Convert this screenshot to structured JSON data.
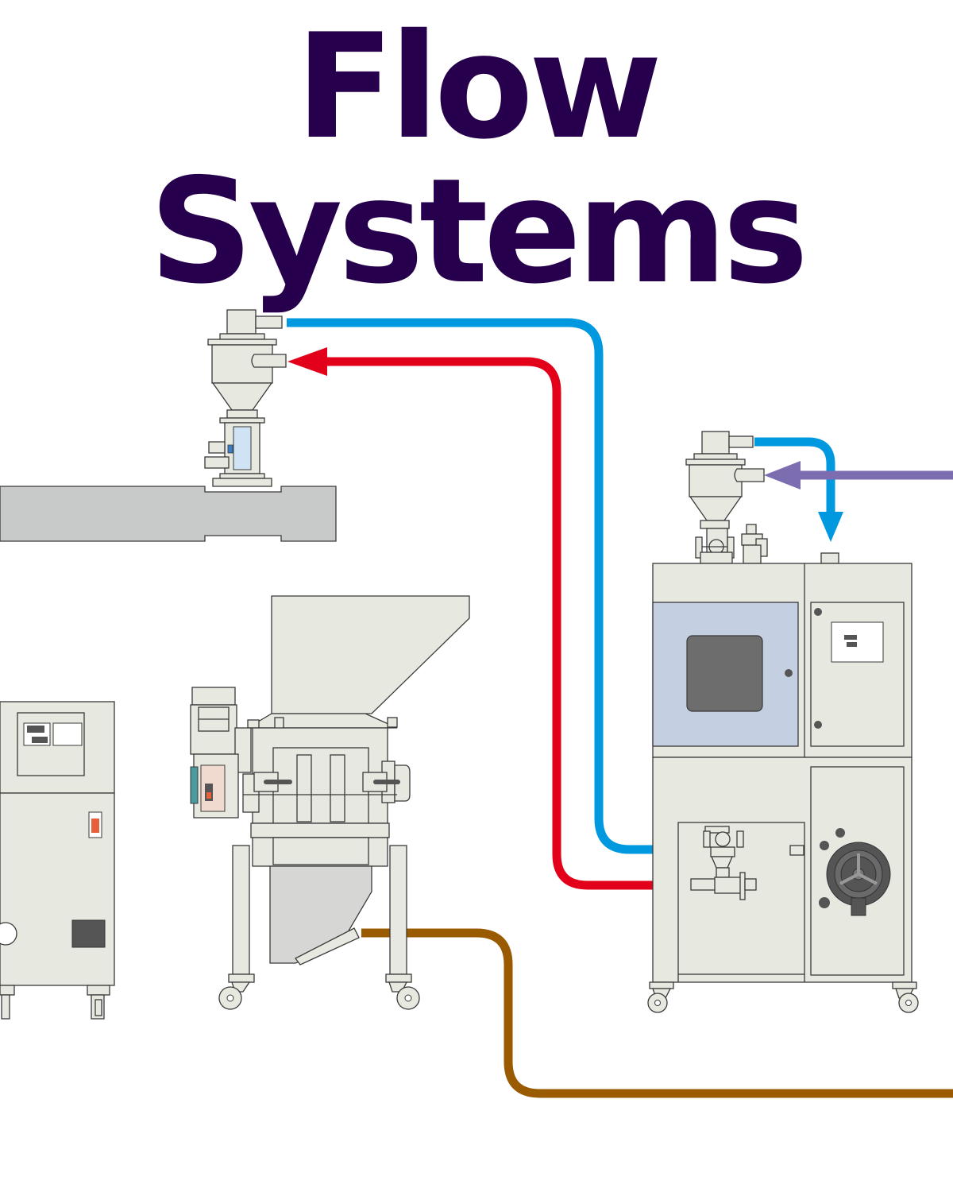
{
  "title": "Flow Systems",
  "colors": {
    "title": "#26004d",
    "conveying_line": "#0099e0",
    "return_line": "#e3001b",
    "purge_line": "#7b6db0",
    "regrind_line": "#9a5a00",
    "machine_body": "#e7e8e0",
    "barrel": "#c8c9c9",
    "window_panel": "#c4cfe1",
    "window_glass": "#6d6d6d"
  },
  "components": [
    {
      "name": "hopper-loader-top",
      "icon": "hopper-loader-icon"
    },
    {
      "name": "extruder-barrel",
      "icon": "barrel-icon"
    },
    {
      "name": "granulator",
      "icon": "granulator-icon"
    },
    {
      "name": "dryer-cabinet",
      "icon": "dryer-icon"
    },
    {
      "name": "control-cabinet",
      "icon": "cabinet-icon"
    }
  ],
  "flows": [
    {
      "name": "conveying-line",
      "color": "#0099e0"
    },
    {
      "name": "return-line",
      "color": "#e3001b"
    },
    {
      "name": "purge-line",
      "color": "#7b6db0"
    },
    {
      "name": "regrind-line",
      "color": "#9a5a00"
    }
  ]
}
